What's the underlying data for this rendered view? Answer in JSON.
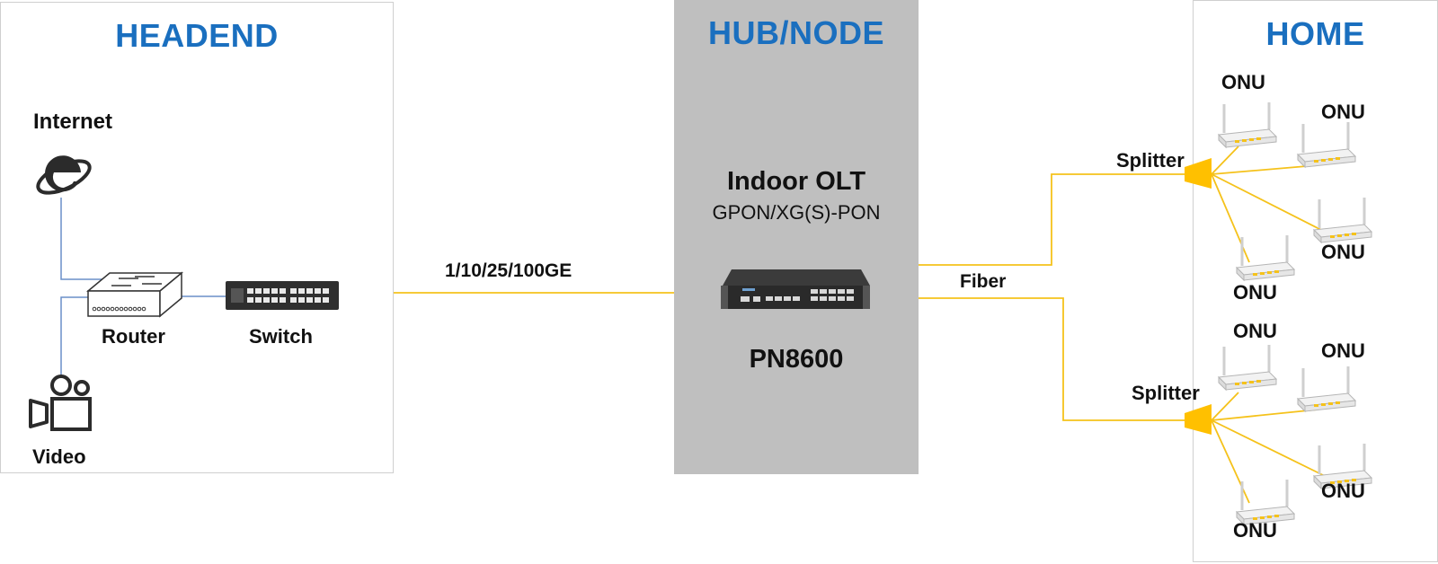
{
  "headend": {
    "title": "HEADEND",
    "internet_label": "Internet",
    "router_label": "Router",
    "switch_label": "Switch",
    "video_label": "Video"
  },
  "hub": {
    "title": "HUB/NODE",
    "olt_title": "Indoor OLT",
    "olt_subtitle": "GPON/XG(S)-PON",
    "model": "PN8600"
  },
  "home": {
    "title": "HOME",
    "splitter_top_label": "Splitter",
    "splitter_bottom_label": "Splitter",
    "onu_labels": [
      "ONU",
      "ONU",
      "ONU",
      "ONU",
      "ONU",
      "ONU",
      "ONU",
      "ONU"
    ]
  },
  "links": {
    "uplink_label": "1/10/25/100GE",
    "fiber_label": "Fiber"
  },
  "colors": {
    "title_blue": "#1a6fbf",
    "fiber_yellow": "#f5c21b",
    "copper_blue": "#6a8fc9",
    "hub_gray": "#bfbfbf"
  }
}
